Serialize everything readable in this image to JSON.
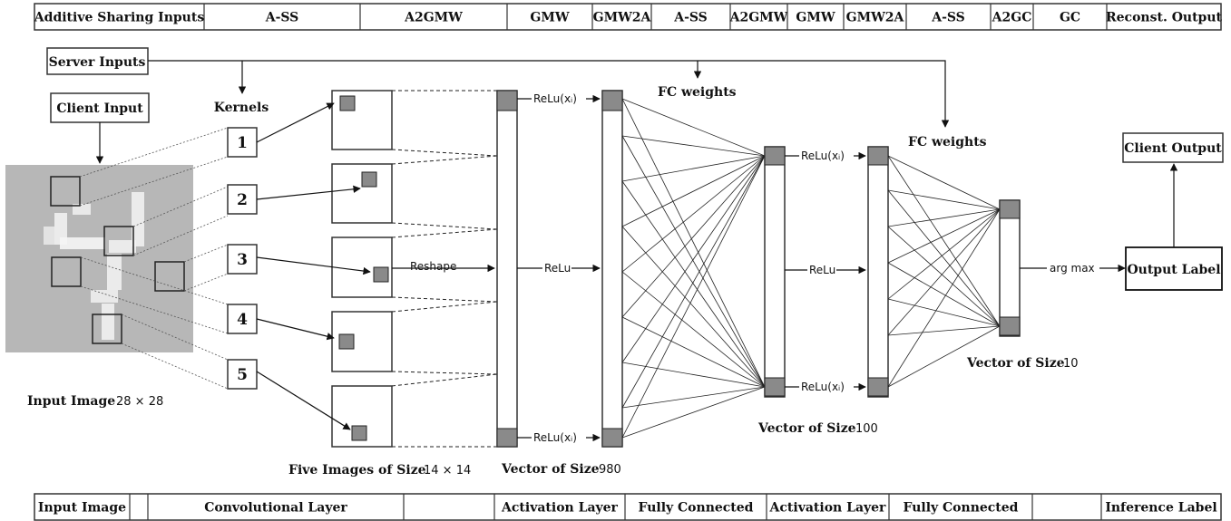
{
  "colors": {
    "image_bg": "#b7b7b7",
    "node_fill": "#8a8a8a",
    "stroke": "#222222"
  },
  "top_bar": {
    "cells": [
      "Additive Sharing Inputs",
      "A-SS",
      "A2GMW",
      "GMW",
      "GMW2A",
      "A-SS",
      "A2GMW",
      "GMW",
      "GMW2A",
      "A-SS",
      "A2GC",
      "GC",
      "Reconst. Output"
    ]
  },
  "bottom_bar": {
    "cells": [
      "Input Image",
      "",
      "Convolutional Layer",
      "",
      "Activation Layer",
      "Fully Connected",
      "Activation Layer",
      "Fully Connected",
      "",
      "Inference Label"
    ]
  },
  "labels": {
    "server_inputs": "Server Inputs",
    "client_input": "Client Input",
    "client_output": "Client Output",
    "output_label": "Output Label",
    "kernels": "Kernels",
    "fc_weights_1": "FC weights",
    "fc_weights_2": "FC weights",
    "input_image_caption": "Input Image",
    "input_image_size": "28 × 28",
    "five_images_caption": "Five Images of Size",
    "five_images_size": "14 × 14",
    "vec980_caption": "Vector of Size",
    "vec980_size": "980",
    "vec100_caption": "Vector of Size",
    "vec100_size": "100",
    "vec10_caption": "Vector of Size",
    "vec10_size": "10",
    "reshape": "Reshape",
    "relu_xi_top_1": "ReLu(xᵢ)",
    "relu_mid_1": "ReLu",
    "relu_xi_bottom_1": "ReLu(xᵢ)",
    "relu_xi_top_2": "ReLu(xᵢ)",
    "relu_mid_2": "ReLu",
    "relu_xi_bottom_2": "ReLu(xᵢ)",
    "arg_max": "arg max"
  },
  "kernels": [
    "1",
    "2",
    "3",
    "4",
    "5"
  ]
}
